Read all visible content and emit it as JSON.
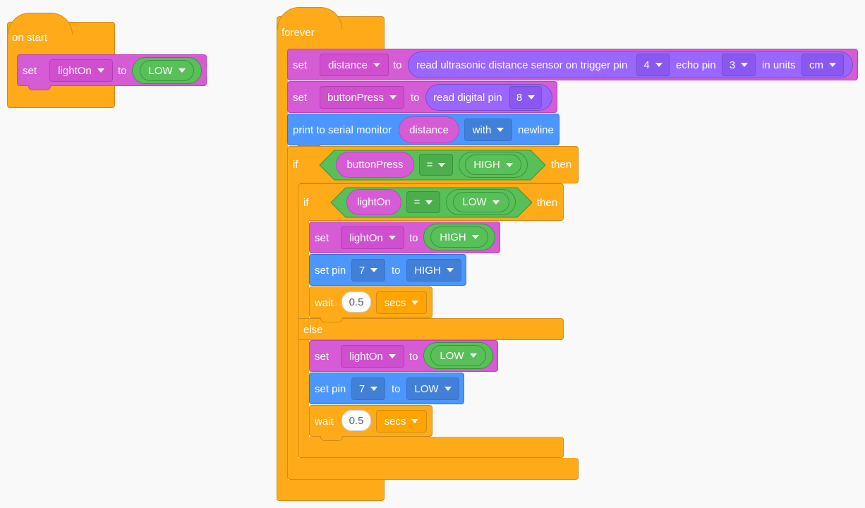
{
  "on_start": {
    "hat_label": "on start",
    "set_label": "set",
    "variable": "lightOn",
    "to_label": "to",
    "value": "LOW"
  },
  "forever": {
    "hat_label": "forever",
    "set_distance": {
      "set_label": "set",
      "variable": "distance",
      "to_label": "to",
      "reporter": "read ultrasonic distance sensor on trigger pin",
      "trigger_pin": "4",
      "echo_label": "echo pin",
      "echo_pin": "3",
      "units_label": "in units",
      "units": "cm"
    },
    "set_button": {
      "set_label": "set",
      "variable": "buttonPress",
      "to_label": "to",
      "reporter": "read digital pin",
      "pin": "8"
    },
    "print": {
      "label": "print to serial monitor",
      "variable": "distance",
      "option": "with",
      "suffix": "newline"
    },
    "if_outer": {
      "if_label": "if",
      "left": "buttonPress",
      "operator": "=",
      "right": "HIGH",
      "then_label": "then"
    },
    "if_inner": {
      "if_label": "if",
      "left": "lightOn",
      "operator": "=",
      "right": "LOW",
      "then_label": "then",
      "else_label": "else"
    },
    "then_branch": {
      "set_label": "set",
      "variable": "lightOn",
      "to_label": "to",
      "value": "HIGH",
      "setpin_label": "set pin",
      "pin": "7",
      "pin_to": "to",
      "pin_value": "HIGH",
      "wait_label": "wait",
      "wait_value": "0.5",
      "wait_unit": "secs"
    },
    "else_branch": {
      "set_label": "set",
      "variable": "lightOn",
      "to_label": "to",
      "value": "LOW",
      "setpin_label": "set pin",
      "pin": "7",
      "pin_to": "to",
      "pin_value": "LOW",
      "wait_label": "wait",
      "wait_value": "0.5",
      "wait_unit": "secs"
    }
  },
  "colors": {
    "events": "#ffab19",
    "variables": "#d65cd6",
    "pins": "#4c97ff",
    "sensors": "#9966ff",
    "operators": "#59c059",
    "workspace": "#f9f9f9"
  }
}
